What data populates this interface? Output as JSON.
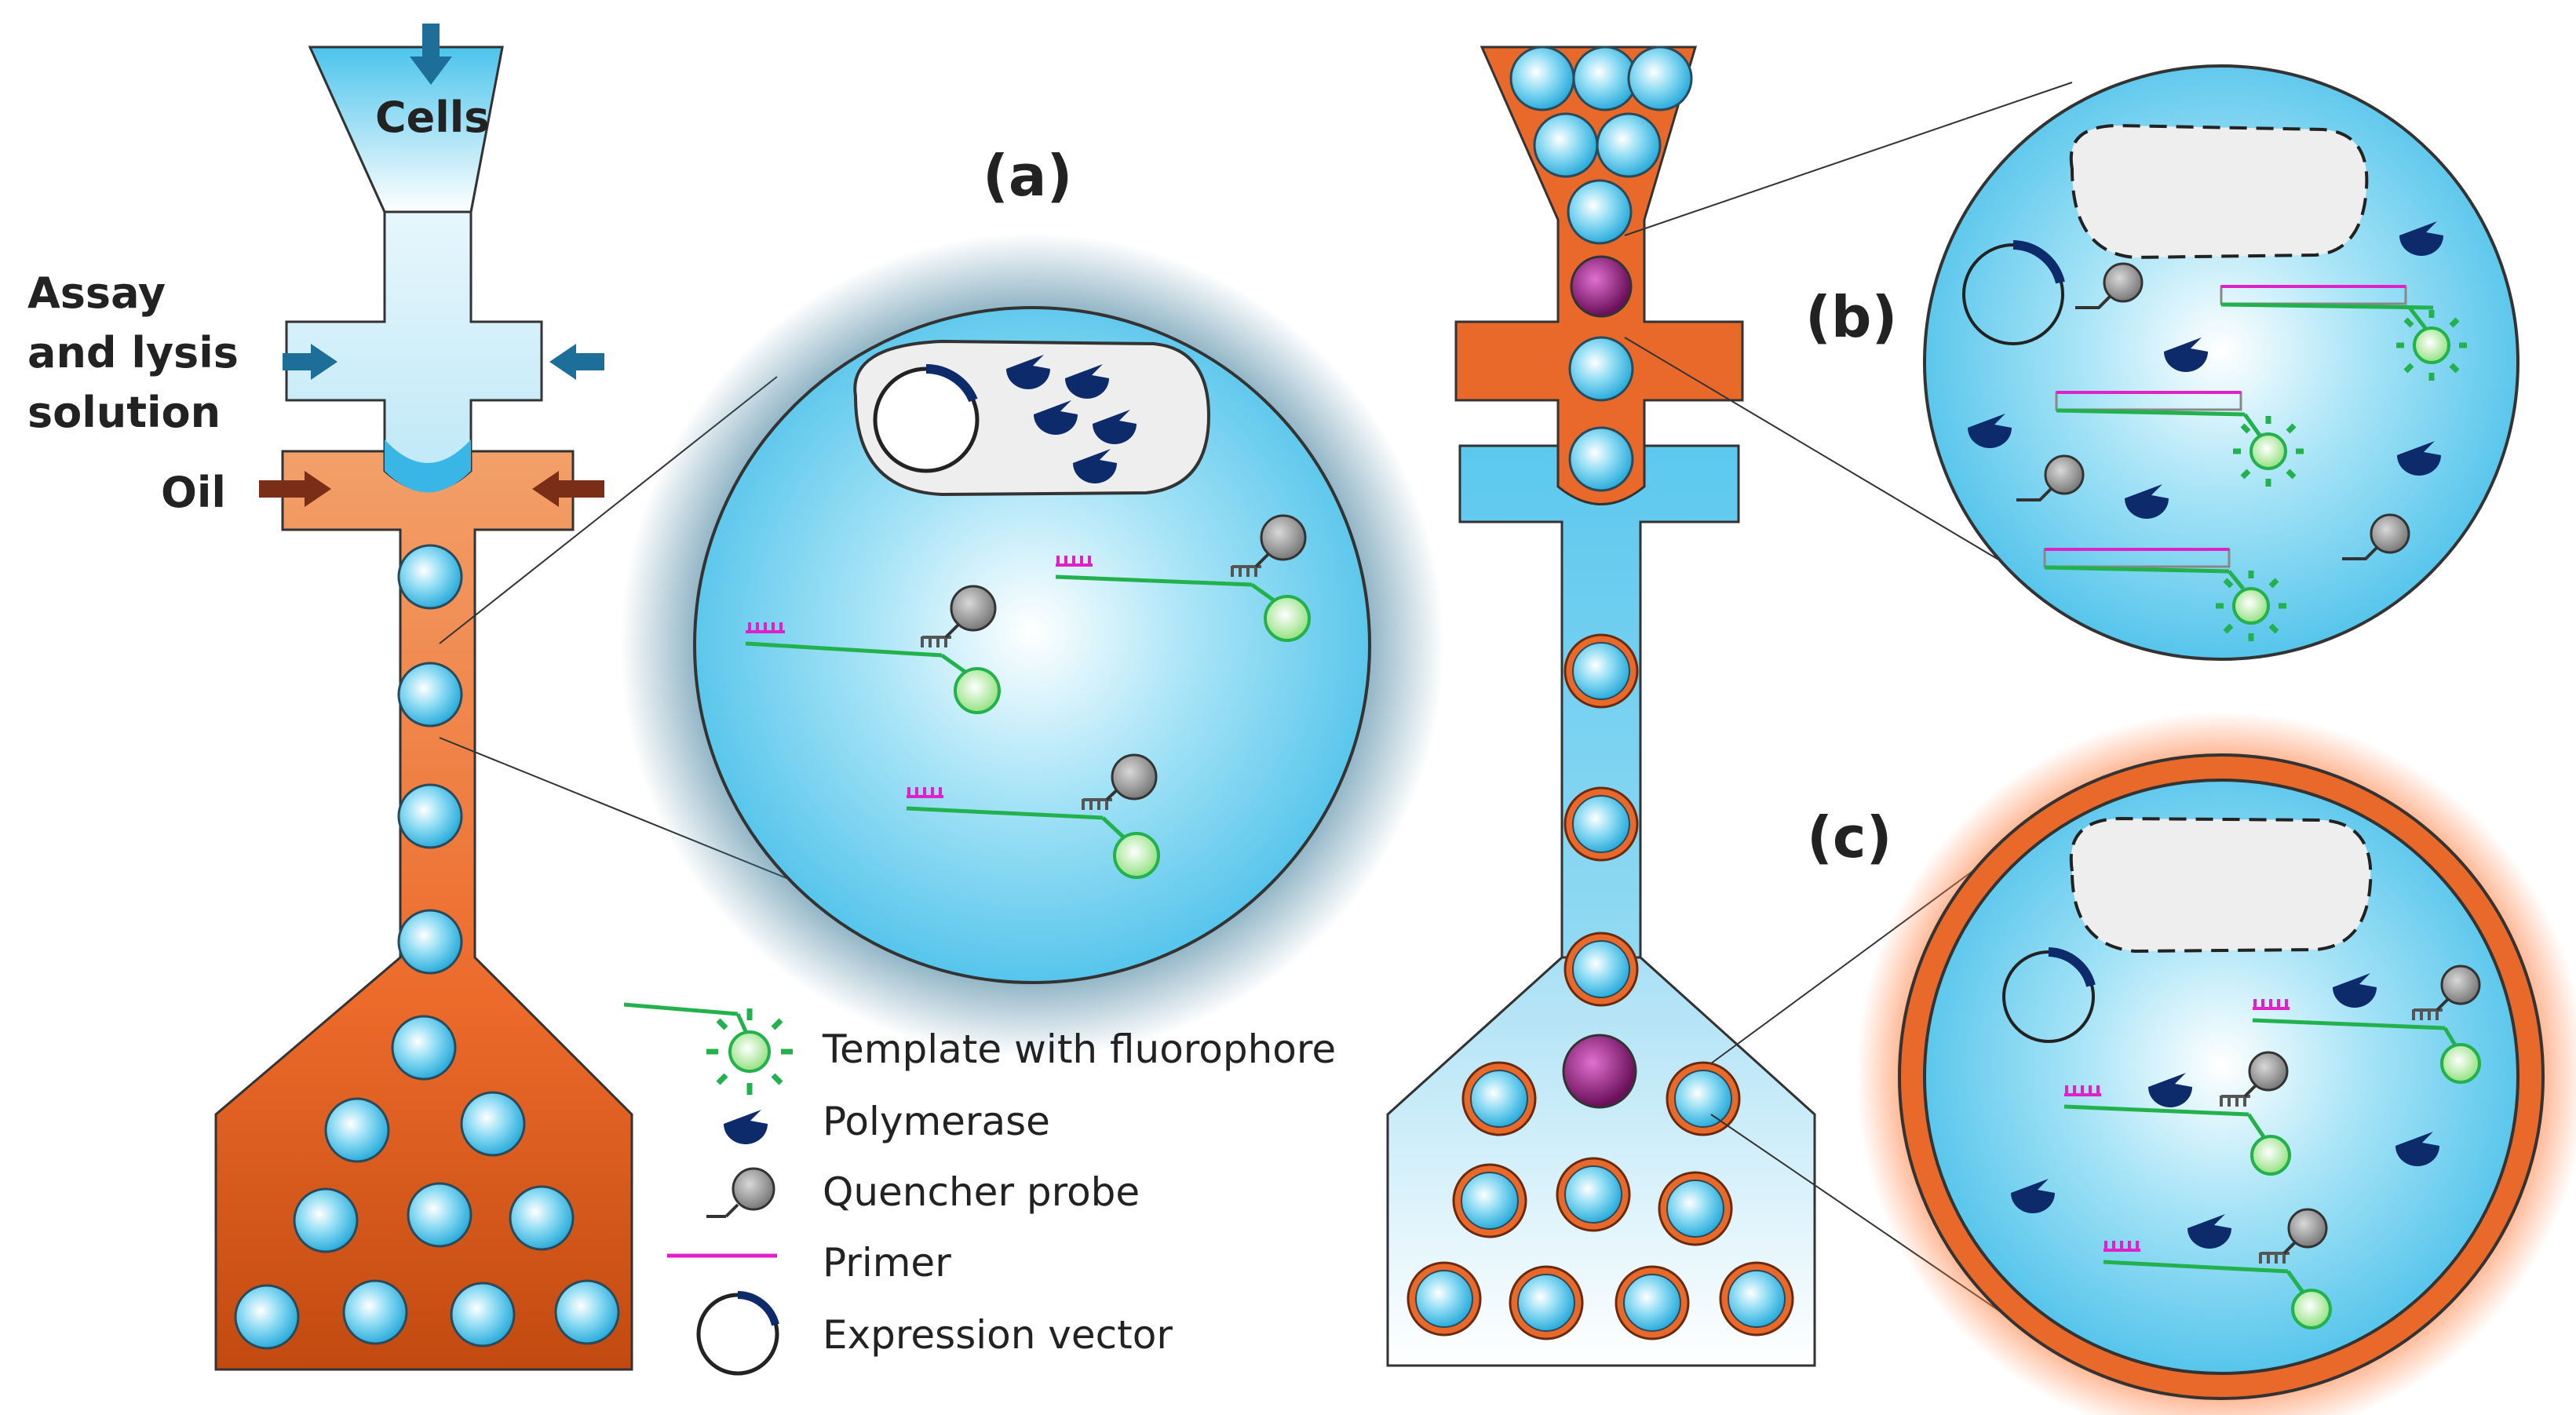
{
  "labels": {
    "cells": "Cells",
    "assay_line1": "Assay",
    "assay_line2": "and lysis",
    "assay_line3": "solution",
    "oil": "Oil",
    "panel_a": "(a)",
    "panel_b": "(b)",
    "panel_c": "(c)"
  },
  "legend": [
    {
      "icon": "template-fluorophore-icon",
      "label": "Template with fluorophore"
    },
    {
      "icon": "polymerase-icon",
      "label": "Polymerase"
    },
    {
      "icon": "quencher-probe-icon",
      "label": "Quencher probe"
    },
    {
      "icon": "primer-icon",
      "label": "Primer"
    },
    {
      "icon": "expression-vector-icon",
      "label": "Expression vector"
    }
  ],
  "colors": {
    "oil_orange": "#e8692a",
    "droplet_blue": "#5bc8ea",
    "inlet_blue": "#1e6e9a",
    "oil_arrow": "#7a2e18",
    "template_green": "#22b14c",
    "fluor_green": "#a8ec8a",
    "polymerase_navy": "#0d2a6b",
    "quencher_gray": "#9a9a9a",
    "primer_magenta": "#e020c8",
    "sorted_purple": "#7a1a6a"
  }
}
